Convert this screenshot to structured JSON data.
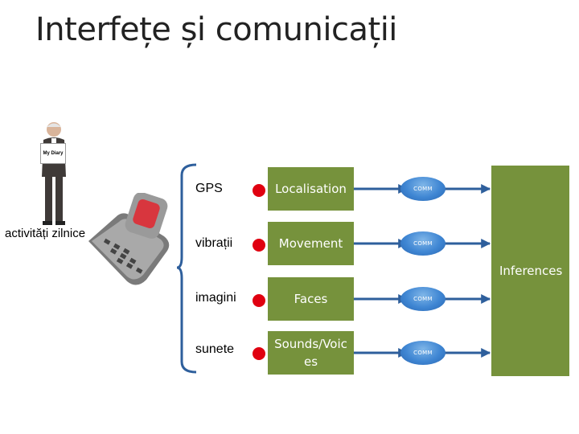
{
  "title": "Interfețe și comunicații",
  "person": {
    "label": "activități zilnice",
    "sign": "My Diary"
  },
  "rows": [
    {
      "sensor": "GPS",
      "data": "Localisation",
      "comm": "COMM"
    },
    {
      "sensor": "vibrații",
      "data": "Movement",
      "comm": "COMM"
    },
    {
      "sensor": "imagini",
      "data": "Faces",
      "comm": "COMM"
    },
    {
      "sensor": "sunete",
      "data": "Sounds/Voic es",
      "comm": "COMM"
    }
  ],
  "inferences": "Inferences",
  "colors": {
    "box": "#76923c",
    "dot": "#e00010",
    "arrow": "#2e5f9c",
    "comm": "#3f86d3"
  }
}
